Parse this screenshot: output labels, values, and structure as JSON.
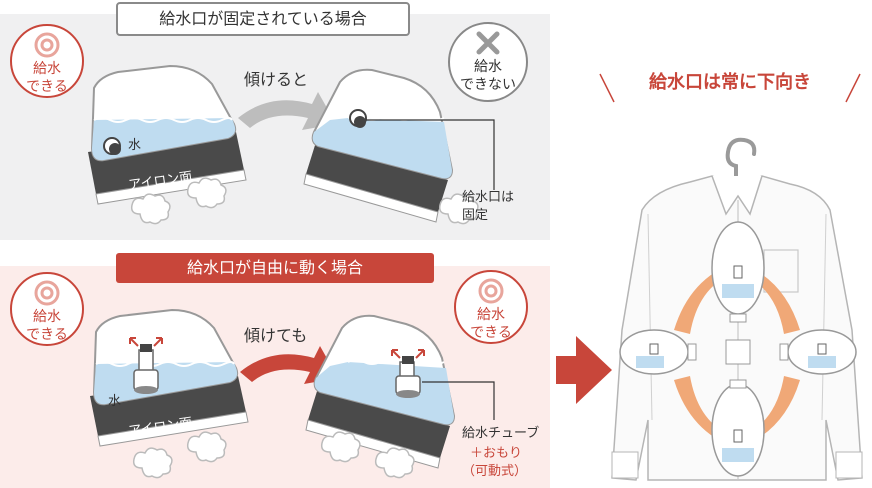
{
  "top_section": {
    "title": "給水口が固定されている場合",
    "badge_left": [
      "給水",
      "できる"
    ],
    "badge_right": [
      "給水",
      "できない"
    ],
    "arrow_label": "傾けると",
    "water_label": "水",
    "surface_label": "アイロン面",
    "callout": [
      "給水口は",
      "固定"
    ]
  },
  "bottom_section": {
    "title": "給水口が自由に動く場合",
    "badge_left": [
      "給水",
      "できる"
    ],
    "badge_right": [
      "給水",
      "できる"
    ],
    "arrow_label": "傾けても",
    "water_label": "水",
    "surface_label": "アイロン面",
    "callout_main": "給水チューブ",
    "callout_sub": [
      "＋おもり",
      "（可動式）"
    ]
  },
  "right_section": {
    "title": "給水口は常に下向き"
  },
  "colors": {
    "accent_red": "#c8463a",
    "water_blue": "#bfdcf0",
    "orange_arrow": "#f0a877",
    "panel_gray": "#f0f0f1",
    "panel_pink": "#fcecea"
  }
}
